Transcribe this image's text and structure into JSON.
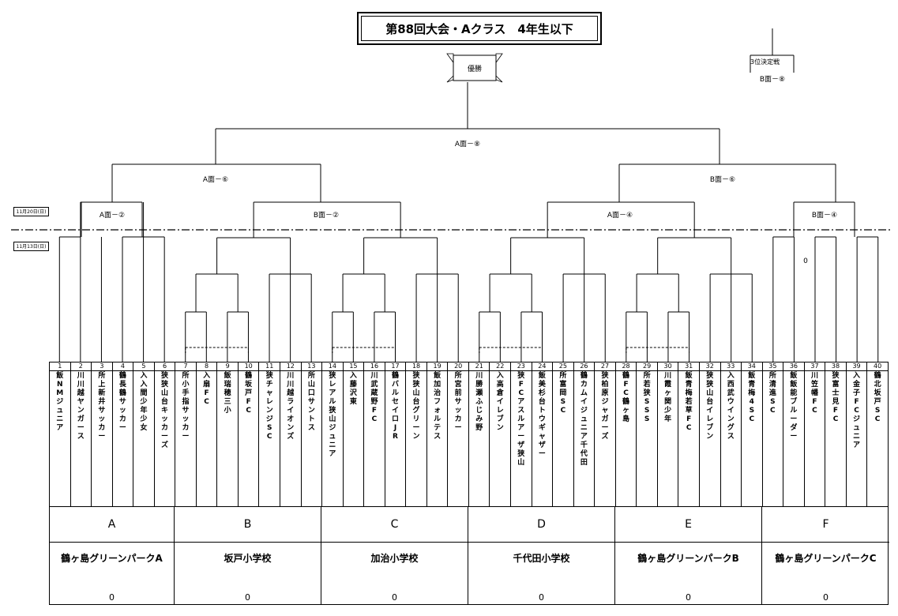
{
  "title": "第88回大会・Aクラス　4年生以下",
  "champion_label": "優勝",
  "third_place": {
    "label": "3位決定戦",
    "match": "B面－⑧"
  },
  "dates": {
    "upper": "11月20日(日)",
    "lower": "11月13日(日)"
  },
  "final_match": "A面－⑧",
  "semi_matches": [
    "A面－⑥",
    "B面－⑥"
  ],
  "quarter_matches": [
    "A面－②",
    "B面－②",
    "A面－④",
    "B面－④"
  ],
  "mid_score": "0",
  "teams": [
    {
      "num": "1",
      "name": "飯NMジュニア"
    },
    {
      "num": "2",
      "name": "川川越ヤンガース"
    },
    {
      "num": "3",
      "name": "所上新井サッカー"
    },
    {
      "num": "4",
      "name": "鶴長鶴サッカー"
    },
    {
      "num": "5",
      "name": "入入間少年少女"
    },
    {
      "num": "6",
      "name": "狭狭山台キッカーズ"
    },
    {
      "num": "7",
      "name": "所小手指サッカー"
    },
    {
      "num": "8",
      "name": "入扇FC"
    },
    {
      "num": "9",
      "name": "飯瑞穂三小"
    },
    {
      "num": "10",
      "name": "鶴坂戸FC"
    },
    {
      "num": "11",
      "name": "狭チャレンジSC"
    },
    {
      "num": "12",
      "name": "川川越ライオンズ"
    },
    {
      "num": "13",
      "name": "所山口サントス"
    },
    {
      "num": "14",
      "name": "狭レアル狭山ジュニア"
    },
    {
      "num": "15",
      "name": "入藤沢東"
    },
    {
      "num": "16",
      "name": "川武蔵野FC"
    },
    {
      "num": "17",
      "name": "鶴バルセイロJR"
    },
    {
      "num": "18",
      "name": "狭狭山台グリーン"
    },
    {
      "num": "19",
      "name": "飯加治フォルテス"
    },
    {
      "num": "20",
      "name": "所宮前サッカー"
    },
    {
      "num": "21",
      "name": "川勝瀬ふじみ野"
    },
    {
      "num": "22",
      "name": "入高倉イレブン"
    },
    {
      "num": "23",
      "name": "狭FCアスルアーザ狭山"
    },
    {
      "num": "24",
      "name": "飯美杉台トウギャザー"
    },
    {
      "num": "25",
      "name": "所富岡SC"
    },
    {
      "num": "26",
      "name": "鶴カムイジュニア千代田"
    },
    {
      "num": "27",
      "name": "狭柏原ジャガーズ"
    },
    {
      "num": "28",
      "name": "鶴FC鶴ヶ島"
    },
    {
      "num": "29",
      "name": "所若狭SSS"
    },
    {
      "num": "30",
      "name": "川霞ヶ関少年"
    },
    {
      "num": "31",
      "name": "飯青梅若草FC"
    },
    {
      "num": "32",
      "name": "狭狭山台イレブン"
    },
    {
      "num": "33",
      "name": "入西武ウイングス"
    },
    {
      "num": "34",
      "name": "飯青梅4SC"
    },
    {
      "num": "35",
      "name": "所清進SC"
    },
    {
      "num": "36",
      "name": "飯飯能ブルーダー"
    },
    {
      "num": "37",
      "name": "川笠幡FC"
    },
    {
      "num": "38",
      "name": "狭富士見FC"
    },
    {
      "num": "39",
      "name": "入金子FCジュニア"
    },
    {
      "num": "40",
      "name": "鶴北坂戸SC"
    }
  ],
  "venues": [
    {
      "letter": "A",
      "name": "鶴ヶ島グリーンパークA",
      "score": "0"
    },
    {
      "letter": "B",
      "name": "坂戸小学校",
      "score": "0"
    },
    {
      "letter": "C",
      "name": "加治小学校",
      "score": "0"
    },
    {
      "letter": "D",
      "name": "千代田小学校",
      "score": "0"
    },
    {
      "letter": "E",
      "name": "鶴ヶ島グリーンパークB",
      "score": "0"
    },
    {
      "letter": "F",
      "name": "鶴ヶ島グリーンパークC",
      "score": "0"
    }
  ]
}
